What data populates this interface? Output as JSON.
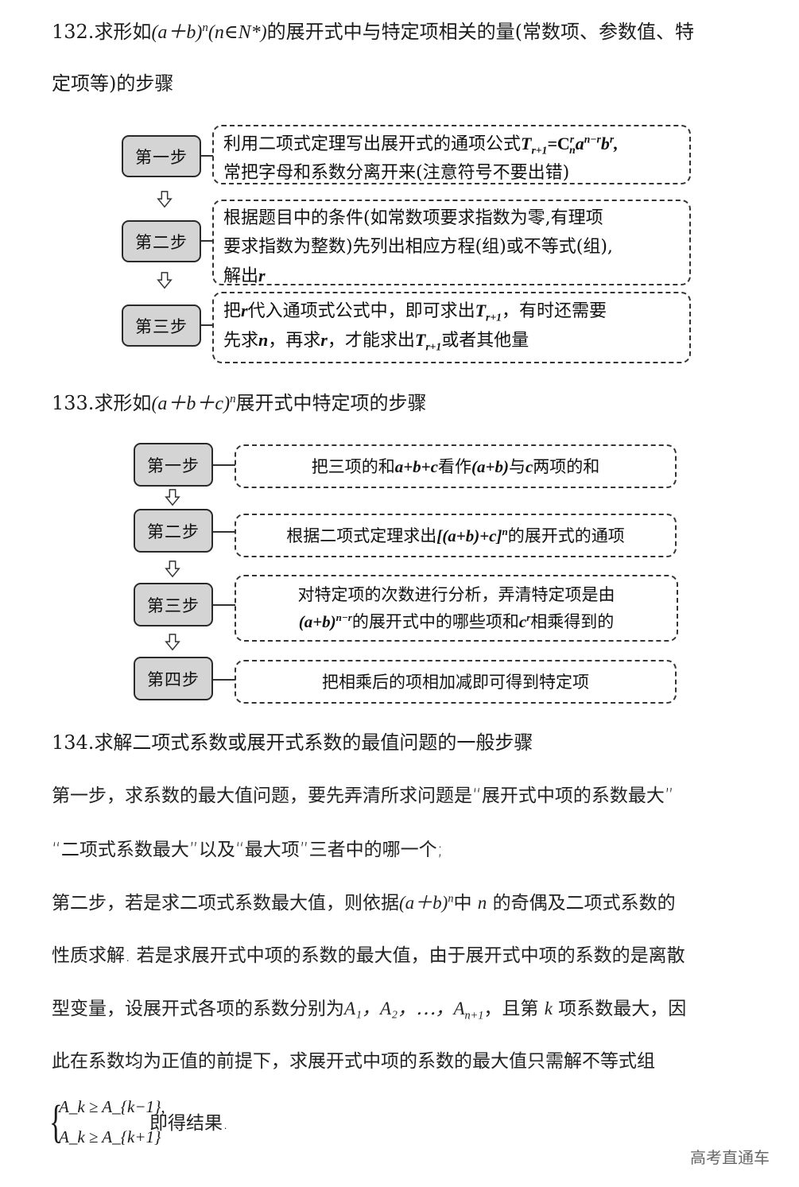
{
  "section132": {
    "title_line1_prefix": "132.求形如",
    "title_expr": "(a＋b)",
    "title_exp": "n",
    "title_cond": "(n∈N*)",
    "title_line1_suffix": "的展开式中与特定项相关的量(常数项、参数值、特",
    "title_line2": "定项等)的步骤",
    "steps": [
      {
        "label": "第一步",
        "line1_text": "利用二项式定理写出展开式的通项公式",
        "line1_formula": "T_{r+1}=C_n^r a^{n-r} b^r,",
        "line2": "常把字母和系数分离开来(注意符号不要出错)"
      },
      {
        "label": "第二步",
        "line1": "根据题目中的条件(如常数项要求指数为零,有理项",
        "line2": "要求指数为整数)先列出相应方程(组)或不等式(组),",
        "line3_text": "解出",
        "line3_var": "r"
      },
      {
        "label": "第三步",
        "line1_a": "把",
        "line1_var": "r",
        "line1_b": "代入通项式公式中，即可求出",
        "line1_c": "，有时还需要",
        "line2_a": "先求",
        "line2_n": "n",
        "line2_b": "，再求",
        "line2_r": "r",
        "line2_c": "，才能求出",
        "line2_d": "或者其他量"
      }
    ]
  },
  "section133": {
    "title_prefix": "133.求形如",
    "title_expr": "(a＋b＋c)",
    "title_exp": "n",
    "title_suffix": "展开式中特定项的步骤",
    "steps": [
      {
        "label": "第一步",
        "text_a": "把三项的和",
        "expr1": "a+b+c",
        "text_b": "看作",
        "expr2": "(a+b)",
        "text_c": "与",
        "expr3": "c",
        "text_d": "两项的和"
      },
      {
        "label": "第二步",
        "text_a": "根据二项式定理求出",
        "expr": "[(a+b)+c]",
        "exp": "n",
        "text_b": "的展开式的通项"
      },
      {
        "label": "第三步",
        "line1": "对特定项的次数进行分析，弄清特定项是由",
        "expr": "(a+b)",
        "exp": "n−r",
        "text_b": "的展开式中的哪些项和",
        "c": "c",
        "c_exp": "r",
        "text_c": "相乘得到的"
      },
      {
        "label": "第四步",
        "text": "把相乘后的项相加减即可得到特定项"
      }
    ]
  },
  "section134": {
    "title": "134.求解二项式系数或展开式系数的最值问题的一般步骤",
    "para1_line1": "第一步，求系数的最大值问题，要先弄清所求问题是“展开式中项的系数最大”",
    "para1_line2": "“二项式系数最大”以及“最大项”三者中的哪一个;",
    "para2_line1_a": "第二步，若是求二项式系数最大值，则依据",
    "para2_line1_expr": "(a＋b)",
    "para2_line1_exp": "n",
    "para2_line1_b": "中",
    "para2_line1_n": "n",
    "para2_line1_c": "的奇偶及二项式系数的",
    "para2_line2": "性质求解. 若是求展开式中项的系数的最大值，由于展开式中项的系数的是离散",
    "para2_line3_a": "型变量，设展开式各项的系数分别为",
    "para2_line3_vars": "A₁，A₂，⋯，A",
    "para2_line3_sub": "n+1",
    "para2_line3_b": "，且第",
    "para2_line3_k": "k",
    "para2_line3_c": "项系数最大，因",
    "para2_line4": "此在系数均为正值的前提下，求展开式中项的系数的最大值只需解不等式组",
    "ineq1": "A_k ≥ A_{k−1},",
    "ineq2": "A_k ≥ A_{k+1}",
    "conclusion": "即得结果."
  },
  "watermark": "高考直通车"
}
